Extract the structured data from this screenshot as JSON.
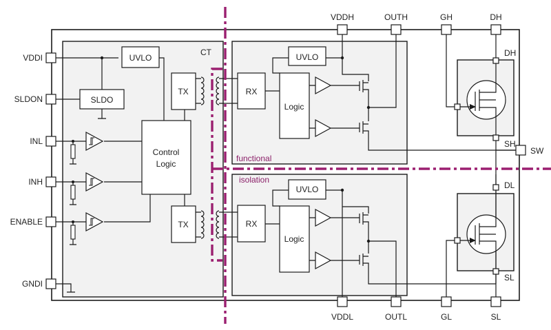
{
  "pins_left": [
    "VDDI",
    "SLDON",
    "INL",
    "INH",
    "ENABLE",
    "GNDI"
  ],
  "pins_top": [
    "VDDH",
    "OUTH",
    "GH",
    "DH"
  ],
  "pins_bottom": [
    "VDDL",
    "OUTL",
    "GL",
    "SL"
  ],
  "pin_right": "SW",
  "blocks": {
    "uvlo": "UVLO",
    "sldo": "SLDO",
    "control_line1": "Control",
    "control_line2": "Logic",
    "tx": "TX",
    "rx": "RX",
    "logic": "Logic",
    "ct": "CT"
  },
  "notes": {
    "functional": "functional",
    "isolation": "isolation"
  },
  "fet_labels": {
    "dh": "DH",
    "sh": "SH",
    "dl": "DL",
    "sl": "SL"
  },
  "colors": {
    "isolation_line": "#9b1f70",
    "block_fill": "#f2f2f2"
  }
}
